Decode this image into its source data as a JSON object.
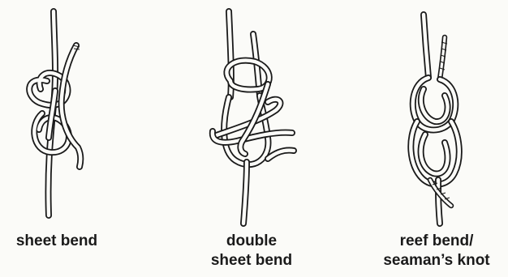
{
  "knots": [
    {
      "id": "sheet-bend",
      "caption_lines": [
        "sheet bend"
      ]
    },
    {
      "id": "double-sheet-bend",
      "caption_lines": [
        "double",
        "sheet bend"
      ]
    },
    {
      "id": "reef-bend",
      "caption_lines": [
        "reef bend/",
        "seaman’s knot"
      ]
    }
  ],
  "colors": {
    "background": "#fbfbf8",
    "rope_outline": "#1a1a1a",
    "rope_fill": "#fbfbf8"
  }
}
